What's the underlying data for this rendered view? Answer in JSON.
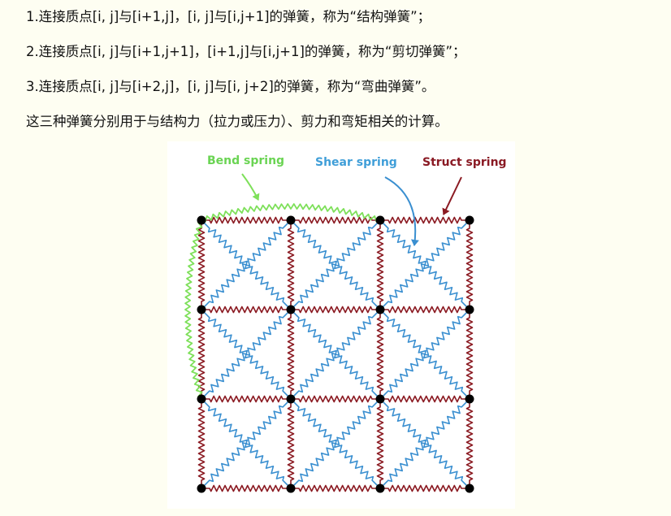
{
  "text": {
    "line1": "1.连接质点[i, j]与[i+1,j]，[i, j]与[i,j+1]的弹簧，称为“结构弹簧”；",
    "line2": "2.连接质点[i, j]与[i+1,j+1]，[i+1,j]与[i,j+1]的弹簧，称为“剪切弹簧”；",
    "line3": "3.连接质点[i, j]与[i+2,j]，[i, j]与[i, j+2]的弹簧，称为“弯曲弹簧”。",
    "line4": "这三种弹簧分别用于与结构力（拉力或压力）、剪力和弯矩相关的计算。"
  },
  "diagram": {
    "labels": {
      "bend": "Bend spring",
      "shear": "Shear spring",
      "struct": "Struct spring"
    },
    "grid": {
      "rows": 4,
      "cols": 4
    },
    "colors": {
      "bend": "#7ee05a",
      "shear": "#3a8fd0",
      "struct": "#8b1a22",
      "node": "#000000"
    }
  }
}
